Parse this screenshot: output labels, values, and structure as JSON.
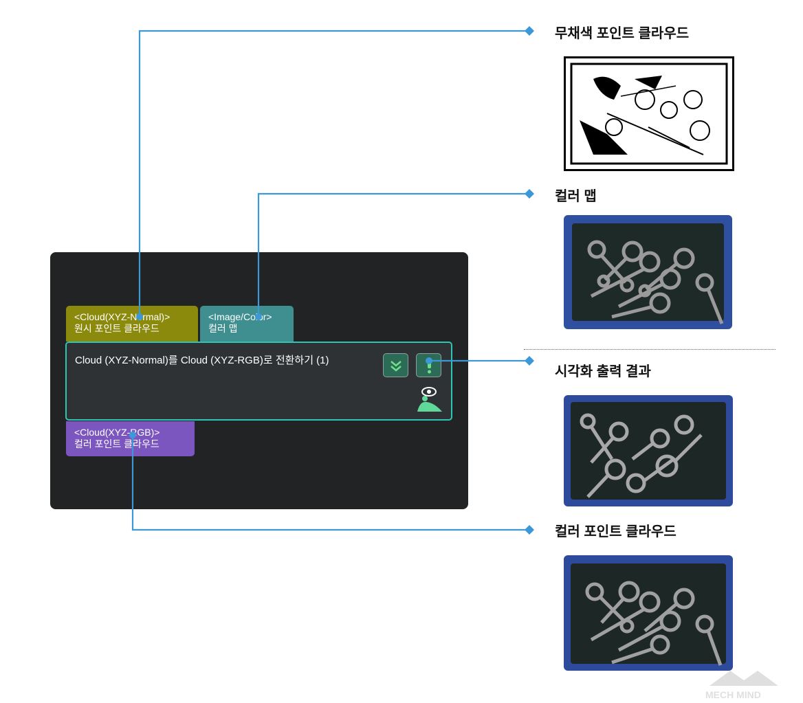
{
  "node": {
    "title": "Cloud (XYZ-Normal)를 Cloud (XYZ-RGB)로 전환하기 (1)",
    "inputs": [
      {
        "type": "<Cloud(XYZ-Normal)>",
        "name": "원시 포인트 클라우드"
      },
      {
        "type": "<Image/Color>",
        "name": "컬러 맵"
      }
    ],
    "output": {
      "type": "<Cloud(XYZ-RGB)>",
      "name": "컬러 포인트 클라우드"
    },
    "buttons": {
      "collapse": "chevron-double-down-icon",
      "warning": "exclamation-icon",
      "visualize": "eye-person-icon"
    }
  },
  "callouts": {
    "mono_cloud": "무채색 포인트 클라우드",
    "color_map": "컬러 맵",
    "visual_output": "시각화 출력 결과",
    "color_cloud": "컬러 포인트 클라우드"
  },
  "watermark": "MECH MIND",
  "colors": {
    "connector": "#3d98d8",
    "node_border": "#2ec5b4",
    "port_cloud_normal": "#8c8a0c",
    "port_image": "#3f8f91",
    "port_cloud_rgb": "#7c56bf",
    "tray_blue": "#2f4fa0"
  }
}
